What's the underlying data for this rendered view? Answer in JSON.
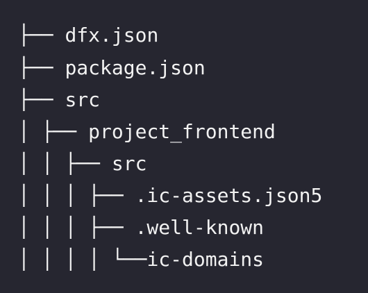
{
  "tree": {
    "lines": [
      {
        "prefix": "├── ",
        "name": "dfx.json"
      },
      {
        "prefix": "├── ",
        "name": "package.json"
      },
      {
        "prefix": "├── ",
        "name": "src"
      },
      {
        "prefix": "│ ├── ",
        "name": "project_frontend"
      },
      {
        "prefix": "│ │ ├── ",
        "name": "src"
      },
      {
        "prefix": "│ │ │ ├── ",
        "name": ".ic-assets.json5"
      },
      {
        "prefix": "│ │ │ ├── ",
        "name": ".well-known"
      },
      {
        "prefix": "│ │ │ │ └──",
        "name": "ic-domains"
      }
    ]
  }
}
